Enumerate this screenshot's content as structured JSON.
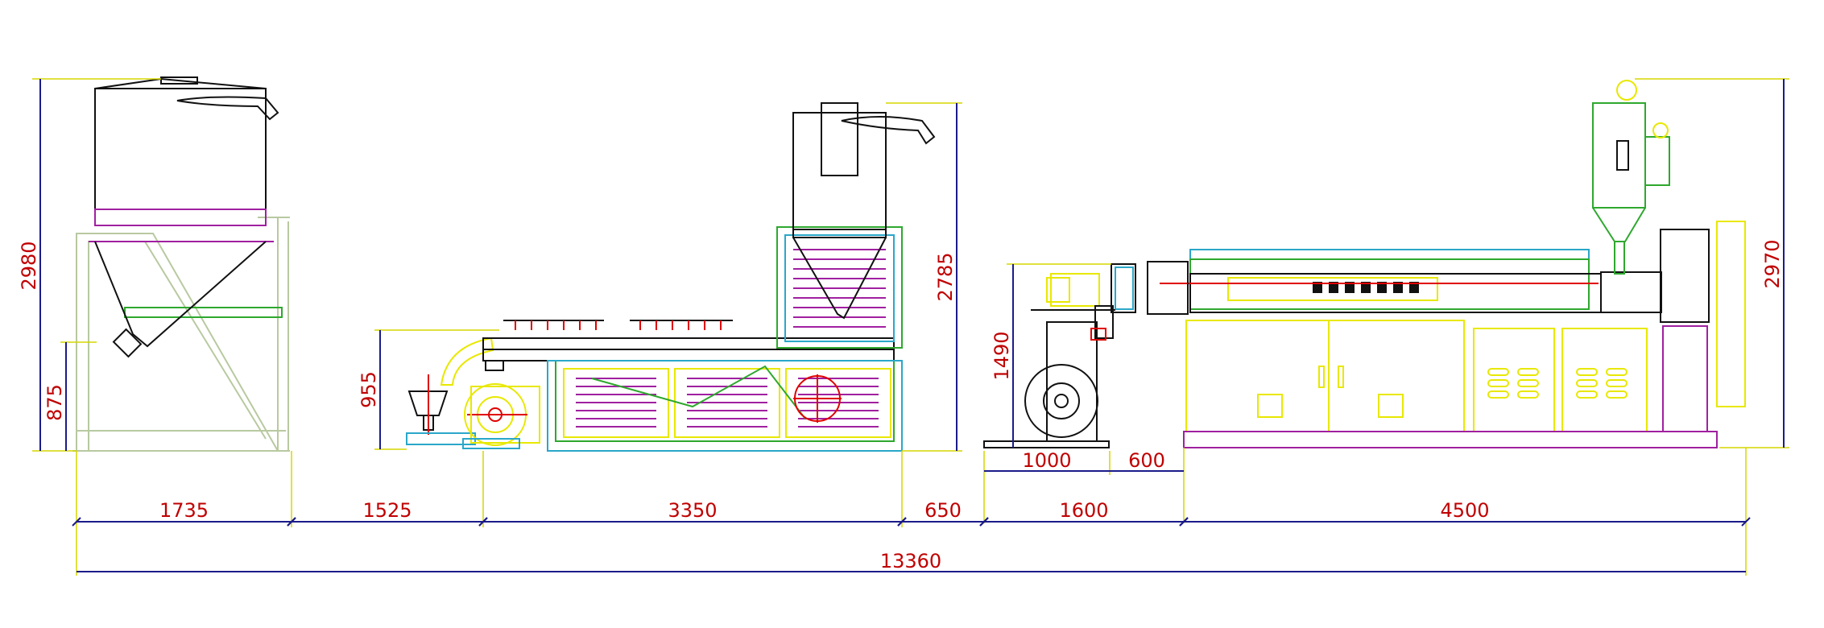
{
  "dimensions": {
    "hopper_height": "2980",
    "hopper_leg_height": "875",
    "pulverizer_height": "955",
    "dryer_height": "2785",
    "puller_height": "1490",
    "extruder_height": "2970",
    "bottom_row": [
      "1735",
      "1525",
      "3350",
      "650",
      "1600",
      "4500"
    ],
    "winder_width": "1000",
    "gap_width": "600",
    "total_length": "13360"
  },
  "colors": {
    "dimension_text": "#c00000",
    "dimension_line": "#1b1b8a",
    "extension_line": "#d6d600",
    "outline": "#111111",
    "yellow": "#e8e800",
    "green": "#2ea82e",
    "cyan": "#2aa7c9",
    "magenta": "#a020a0",
    "red": "#e00000"
  }
}
